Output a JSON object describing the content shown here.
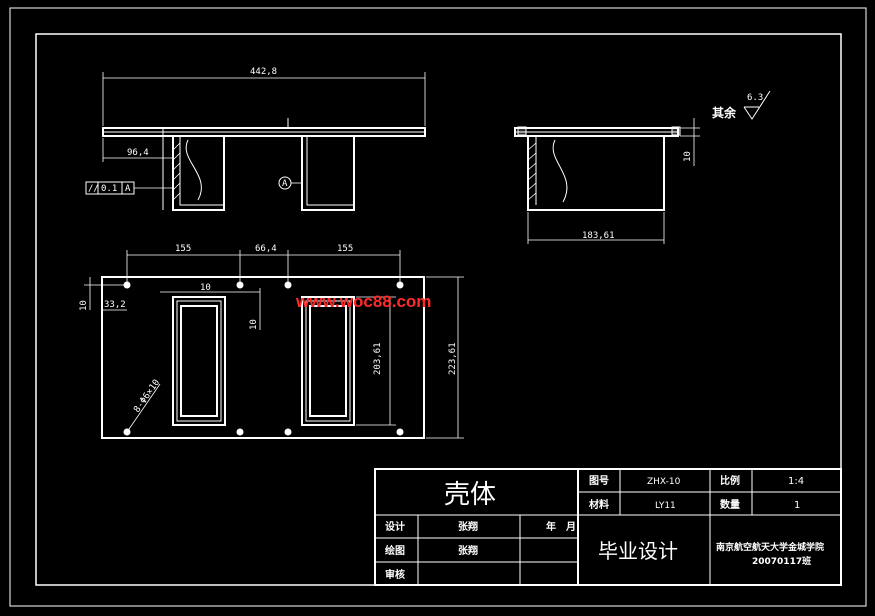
{
  "watermark": "www.woc88.com",
  "side_view": {
    "dim_total": "442,8",
    "dim_offset": "96,4",
    "tolerance_symbol": "//",
    "tolerance_value": "0.1",
    "tolerance_datum": "A",
    "datum_label": "A"
  },
  "end_view": {
    "dim_width": "183,61",
    "dim_height": "10",
    "roughness_value": "6.3",
    "roughness_note": "其余"
  },
  "plan_view": {
    "dim_left": "155",
    "dim_mid": "66,4",
    "dim_right": "155",
    "dim_edge_offset": "10",
    "dim_edge_gap": "33,2",
    "dim_top_offset": "10",
    "dim_inner_10": "10",
    "dim_inner_height": "203,61",
    "dim_total_height": "223,61",
    "hole_note": "8-Φ6×10"
  },
  "title_block": {
    "part_name": "壳体",
    "drawing_no_label": "图号",
    "drawing_no": "ZHX-10",
    "scale_label": "比例",
    "scale": "1:4",
    "material_label": "材料",
    "material": "LY11",
    "quantity_label": "数量",
    "quantity": "1",
    "design_label": "设计",
    "designer": "张翔",
    "date_year": "年",
    "date_month": "月",
    "drawing_label": "绘图",
    "drafter": "张翔",
    "review_label": "审核",
    "project": "毕业设计",
    "school": "南京航空航天大学金城学院",
    "class_no": "20070117班"
  }
}
